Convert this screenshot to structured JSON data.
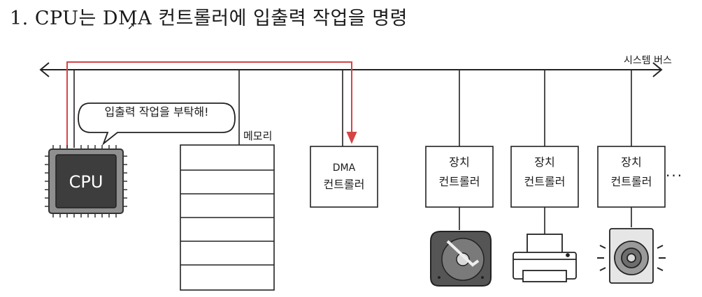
{
  "title": "1. CPU는 DMA 컨트롤러에 입출력 작업을 명령",
  "bus_label": "시스템 버스",
  "speech": "입출력 작업을 부탁해!",
  "cpu": {
    "label": "CPU"
  },
  "memory": {
    "label": "메모리"
  },
  "dma": {
    "line1": "DMA",
    "line2": "컨트롤러"
  },
  "devices": [
    {
      "line1": "장치",
      "line2": "컨트롤러",
      "icon": "hard-disk-icon"
    },
    {
      "line1": "장치",
      "line2": "컨트롤러",
      "icon": "printer-icon"
    },
    {
      "line1": "장치",
      "line2": "컨트롤러",
      "icon": "speaker-icon"
    }
  ],
  "ellipsis": "···",
  "colors": {
    "command_arrow": "#d64545",
    "cpu_chip": "#3d3d3d",
    "cpu_frame": "#8a8a8a",
    "line": "#222222"
  }
}
